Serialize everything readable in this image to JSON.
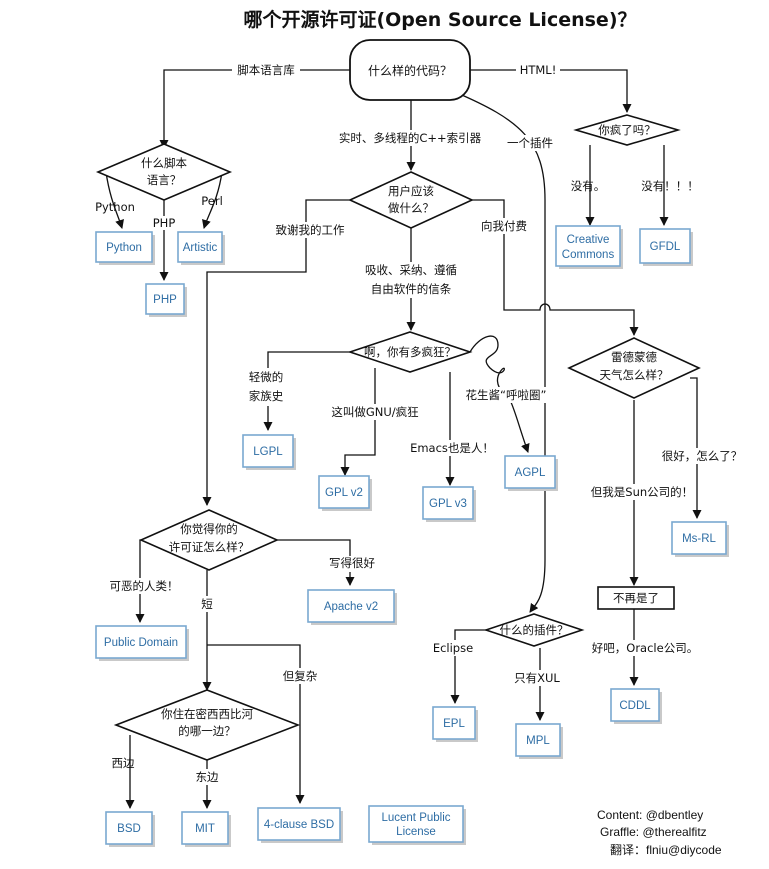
{
  "title": "哪个开源许可证(Open Source License)？",
  "start": {
    "line1": "什么样的代码？"
  },
  "edges": {
    "script_lib": "脚本语言库",
    "html": "HTML!",
    "realtime": "实时、多线程的C++索引器",
    "a_plugin": "一个插件",
    "python": "Python",
    "php": "PHP",
    "perl": "Perl",
    "thank_me": "致谢我的工作",
    "pay_me": "向我付费",
    "absorb": "吸收、采纳、遵循",
    "free_sw": "自由软件的信条",
    "no1": "没有。",
    "no2": "没有！！！",
    "light": "轻微的",
    "family": "家族史",
    "gnu_crazy": "这叫做GNU/疯狂",
    "peanut": "花生酱“呼啦圈”",
    "emacs": "Emacs也是人！",
    "very_good": "很好，怎么了？",
    "sun": "但我是Sun公司的！",
    "hateful": "可恶的人类！",
    "short": "短",
    "well_written": "写得很好",
    "but_complex": "但复杂",
    "eclipse": "Eclipse",
    "xul_only": "只有XUL",
    "fine_oracle": "好吧，Oracle公司。",
    "west": "西边",
    "east": "东边"
  },
  "decisions": {
    "script_lang_1": "什么脚本",
    "script_lang_2": "语言？",
    "users_1": "用户应该",
    "users_2": "做什么？",
    "crazy": "你疯了吗？",
    "how_crazy": "啊，你有多疯狂？",
    "redmond_1": "雷德蒙德",
    "redmond_2": "天气怎么样？",
    "opinion_1": "你觉得你的",
    "opinion_2": "许可证怎么样？",
    "what_plugin": "什么的插件？",
    "mississippi_1": "你住在密西西比河",
    "mississippi_2": "的哪一边？",
    "not_anymore": "不再是了"
  },
  "licenses": {
    "python": "Python",
    "php": "PHP",
    "artistic": "Artistic",
    "cc_1": "Creative",
    "cc_2": "Commons",
    "gfdl": "GFDL",
    "lgpl": "LGPL",
    "gplv2": "GPL v2",
    "gplv3": "GPL v3",
    "agpl": "AGPL",
    "msrl": "Ms-RL",
    "apache": "Apache v2",
    "public_domain": "Public Domain",
    "epl": "EPL",
    "mpl": "MPL",
    "cddl": "CDDL",
    "bsd": "BSD",
    "mit": "MIT",
    "bsd4": "4-clause BSD",
    "lucent_1": "Lucent Public",
    "lucent_2": "License"
  },
  "credits": {
    "content": "Content: @dbentley",
    "graffle": "Graffle: @therealfitz",
    "translate": "翻译：flniu@diycode"
  }
}
